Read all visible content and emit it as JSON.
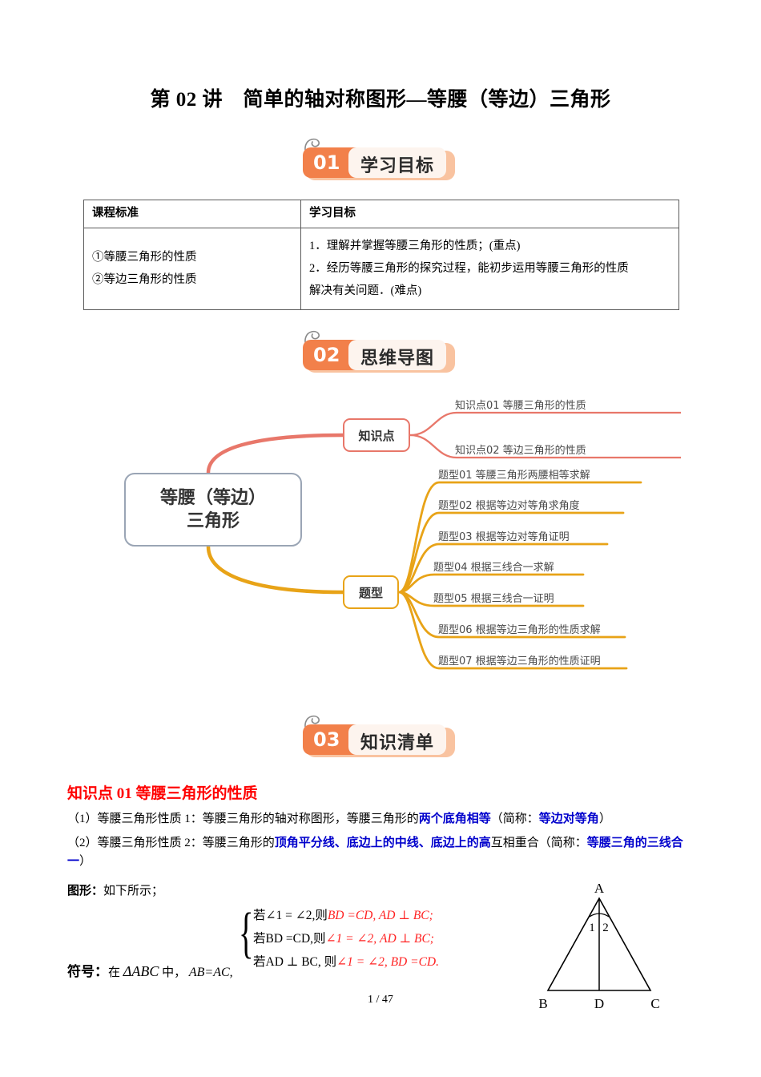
{
  "document": {
    "title": "第 02 讲　简单的轴对称图形—等腰（等边）三角形",
    "footer": "1 / 47"
  },
  "sections": [
    {
      "number": "01",
      "label": "学习目标"
    },
    {
      "number": "02",
      "label": "思维导图"
    },
    {
      "number": "03",
      "label": "知识清单"
    }
  ],
  "goal_table": {
    "headers": [
      "课程标准",
      "学习目标"
    ],
    "rows": [
      {
        "standard_lines": [
          "①等腰三角形的性质",
          "②等边三角形的性质"
        ],
        "goal_lines": [
          "1．理解并掌握等腰三角形的性质；(重点)",
          "2．经历等腰三角形的探究过程，能初步运用等腰三角形的性质",
          "解决有关问题．(难点)"
        ]
      }
    ]
  },
  "mindmap": {
    "central": "等腰（等边）\n三角形",
    "central_line1": "等腰（等边）",
    "central_line2": "三角形",
    "branches": [
      {
        "label": "知识点",
        "color": "#e8776a",
        "items": [
          "知识点01  等腰三角形的性质",
          "知识点02  等边三角形的性质"
        ]
      },
      {
        "label": "题型",
        "color": "#e8a317",
        "items": [
          "题型01  等腰三角形两腰相等求解",
          "题型02  根据等边对等角求角度",
          "题型03  根据等边对等角证明",
          "题型04  根据三线合一求解",
          "题型05  根据三线合一证明",
          "题型06  根据等边三角形的性质求解",
          "题型07  根据等边三角形的性质证明"
        ]
      }
    ]
  },
  "knowledge": {
    "heading": "知识点 01  等腰三角形的性质",
    "heading_color": "#ff0000",
    "accent_color": "#0000cc",
    "property1": {
      "prefix": "（1）等腰三角形性质 1：等腰三角形的轴对称图形，等腰三角形的",
      "highlight1": "两个底角相等",
      "middle": "（简称：",
      "highlight2": "等边对等角",
      "suffix": "）"
    },
    "property2": {
      "prefix": "（2）等腰三角形性质 2：等腰三角形的",
      "highlight1": "顶角平分线、底边上的中线、底边上的高",
      "middle": "互相重合（简称：",
      "highlight2": "等腰三角的三线合一",
      "suffix": "）"
    },
    "figure_label": "图形：",
    "figure_text": "如下所示；",
    "symbol_label": "符号：",
    "symbol_text_a": "在",
    "symbol_triangle": "ΔABC",
    "symbol_text_b": "中，",
    "symbol_eq": "AB=AC,",
    "formula_rows": [
      {
        "condition": "若∠1 = ∠2,则",
        "result": "BD =CD, AD ⊥ BC;"
      },
      {
        "condition": "若BD =CD,则",
        "result": "∠1 = ∠2, AD ⊥ BC;"
      },
      {
        "condition": "若AD ⊥ BC,  则",
        "result": "∠1 = ∠2, BD =CD."
      }
    ],
    "diagram": {
      "vertex_a": "A",
      "vertex_b": "B",
      "vertex_c": "C",
      "vertex_d": "D",
      "angle1": "1",
      "angle2": "2"
    }
  }
}
